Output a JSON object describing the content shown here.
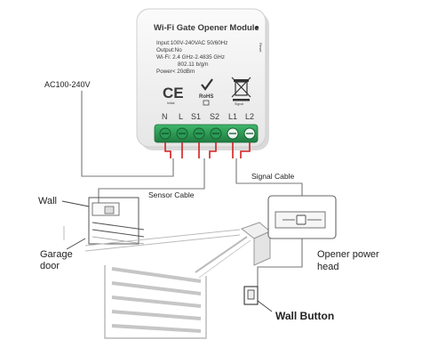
{
  "module": {
    "title": "Wi-Fi Gate Opener Module",
    "reset_label": "Reset",
    "specs": [
      "Input:100V-240VAC 50/60Hz",
      "Output:No",
      "Wi-Fi: 2.4 GHz-2.4835 GHz",
      "802.11 b/g/n",
      "Power< 20dBm"
    ],
    "ce_note": "Initial",
    "rohs_label": "RoHS",
    "signal_note": "Signal",
    "terminals": [
      "N",
      "L",
      "S1",
      "S2",
      "L1",
      "L2"
    ]
  },
  "labels": {
    "ac_input": "AC100-240V",
    "sensor_cable": "Sensor Cable",
    "signal_cable": "Signal Cable",
    "wall": "Wall",
    "garage_door_line1": "Garage",
    "garage_door_line2": "door",
    "opener_line1": "Opener power",
    "opener_line2": "head",
    "wall_button": "Wall Button"
  },
  "colors": {
    "terminal_green": "#2e9e57",
    "wire_red": "#d11f1f",
    "line_gray": "#777777",
    "module_white": "#f4f4f4"
  }
}
